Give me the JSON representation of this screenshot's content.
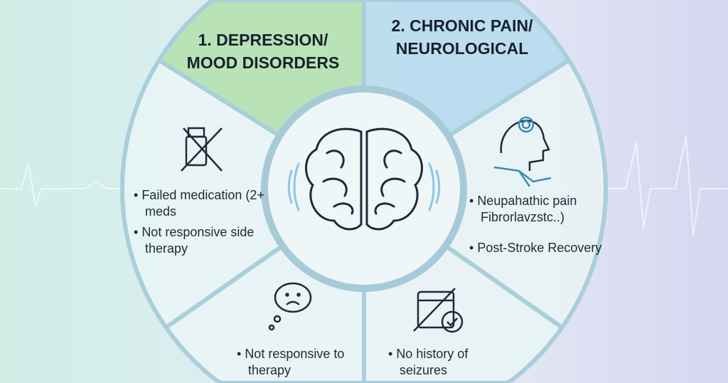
{
  "colors": {
    "green": "#b6e0b0",
    "blue": "#b7dcee",
    "segment": "#e9f4f5",
    "divider": "#a9cfdb",
    "ring": "#a6cad8"
  },
  "segments": {
    "depression": {
      "title_line1": "1. DEPRESSION/",
      "title_line2": "MOOD DISORDERS",
      "icon": "crossed-medication-bottle-icon",
      "bullets": [
        "Failed medication (2+ meds",
        "Not responsive side therapy"
      ]
    },
    "chronic_pain": {
      "title_line1": "2. CHRONIC PAIN/",
      "title_line2": "NEUROLOGICAL",
      "icon": "head-nerve-icon",
      "bullets": [
        "Neupahathic pain Fibrorlavzstc..)",
        "Post-Stroke Recovery"
      ]
    },
    "therapy": {
      "icon": "sad-thought-cloud-icon",
      "bullets": [
        "Not responsive to therapy"
      ]
    },
    "seizures": {
      "icon": "calendar-check-icon",
      "bullets": [
        "No history of seizures"
      ]
    }
  },
  "center": {
    "icon": "brain-icon"
  }
}
